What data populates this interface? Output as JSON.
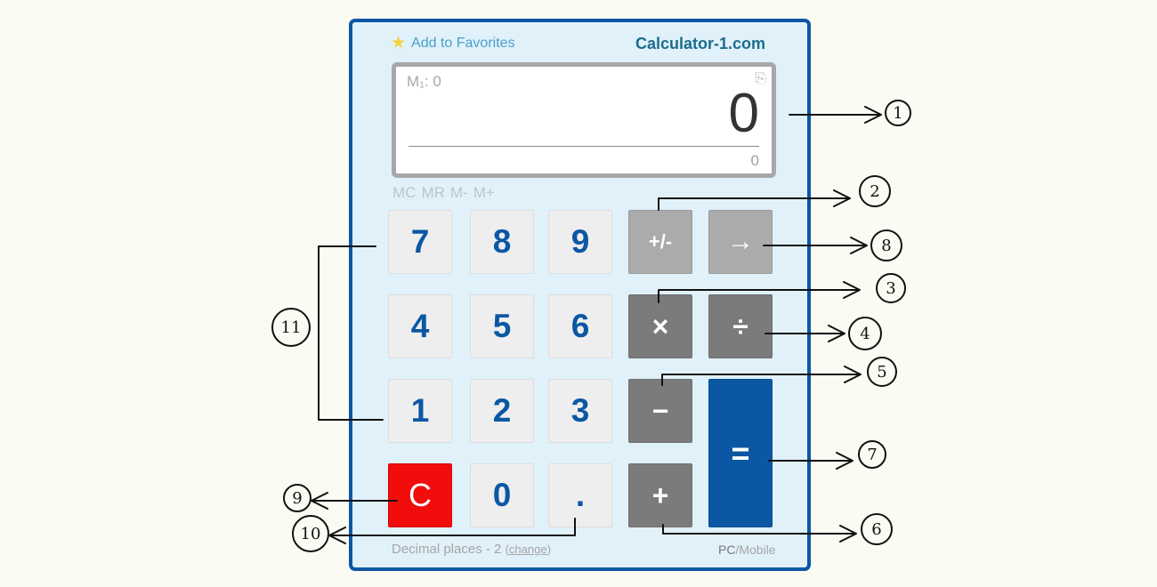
{
  "header": {
    "favorites_label": "Add to Favorites",
    "brand": "Calculator-1.com"
  },
  "display": {
    "memory": "M₁: 0",
    "value": "0",
    "result": "0"
  },
  "memory_keys": [
    "MC",
    "MR",
    "M-",
    "M+"
  ],
  "keys": {
    "k7": "7",
    "k8": "8",
    "k9": "9",
    "sign": "+/-",
    "back": "→",
    "k4": "4",
    "k5": "5",
    "k6": "6",
    "mul": "×",
    "div": "÷",
    "k1": "1",
    "k2": "2",
    "k3": "3",
    "sub": "−",
    "eq": "=",
    "clear": "C",
    "k0": "0",
    "dot": ".",
    "add": "+"
  },
  "footer": {
    "decimal_text": "Decimal places - 2",
    "change_open": "(",
    "change_label": "change",
    "change_close": ")",
    "pc_label": "PC",
    "separator": "/",
    "mobile_label": "Mobile"
  },
  "annotations": [
    "1",
    "2",
    "3",
    "4",
    "5",
    "6",
    "7",
    "8",
    "9",
    "10",
    "11"
  ],
  "colors": {
    "frame": "#0b57a4",
    "panel": "#e0f1fa",
    "digit_text": "#0b57a4",
    "clear_key": "#f20d0d",
    "equals_key": "#0b57a4"
  }
}
